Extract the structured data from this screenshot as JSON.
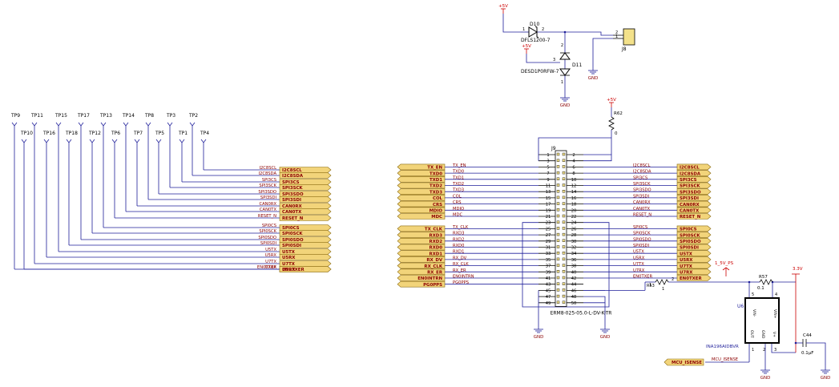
{
  "colors": {
    "wire": "#1f1f9a",
    "net": "#8b0000",
    "label_fill": "#f2d47a",
    "label_stroke": "#8a6a10",
    "power": "#cc0000",
    "component": "#000000",
    "connector_fill": "#f3e18a"
  },
  "test_points_top": [
    "TP9",
    "TP11",
    "TP15",
    "TP17",
    "TP13",
    "TP14",
    "TP8",
    "TP3",
    "TP2"
  ],
  "test_points_bottom": [
    "TP10",
    "TP16",
    "TP18",
    "TP12",
    "TP6",
    "TP7",
    "TP5",
    "TP1",
    "TP4"
  ],
  "left_nets": [
    {
      "wire": "I2C8SCL",
      "port": "I2C8SCL"
    },
    {
      "wire": "I2C8SDA",
      "port": "I2C8SDA"
    },
    {
      "wire": "SPI3CS",
      "port": "SPI3CS"
    },
    {
      "wire": "SPI3SCK",
      "port": "SPI3SCK"
    },
    {
      "wire": "SPI3SDO",
      "port": "SPI3SDO"
    },
    {
      "wire": "SPI3SDI",
      "port": "SPI3SDI"
    },
    {
      "wire": "CAN0RX",
      "port": "CAN0RX"
    },
    {
      "wire": "CAN0TX",
      "port": "CAN0TX"
    },
    {
      "wire": "RESET_N",
      "port": "RESET_N"
    },
    {
      "wire": "SPI0CS",
      "port": "SPI0CS"
    },
    {
      "wire": "SPI0SCK",
      "port": "SPI0SCK"
    },
    {
      "wire": "SPI0SDO",
      "port": "SPI0SDO"
    },
    {
      "wire": "SPI0SDI",
      "port": "SPI0SDI"
    },
    {
      "wire": "U5TX",
      "port": "U5TX"
    },
    {
      "wire": "U5RX",
      "port": "U5RX"
    },
    {
      "wire": "U7TX",
      "port": "U7TX"
    },
    {
      "wire": "U7RX",
      "port": "U7RX"
    },
    {
      "wire": "EN0TXER",
      "port": "EN0TXER"
    }
  ],
  "connector": {
    "ref": "J9",
    "part": "ERM8-025-05.0-L-DV-K-TR",
    "pins_left": [
      "1",
      "3",
      "5",
      "7",
      "9",
      "11",
      "13",
      "15",
      "17",
      "19",
      "21",
      "23",
      "25",
      "27",
      "29",
      "31",
      "33",
      "35",
      "37",
      "39",
      "41",
      "43",
      "45",
      "47",
      "49"
    ],
    "pins_right": [
      "2",
      "4",
      "6",
      "8",
      "10",
      "12",
      "14",
      "16",
      "18",
      "20",
      "22",
      "24",
      "26",
      "28",
      "30",
      "32",
      "34",
      "36",
      "38",
      "40",
      "42",
      "44",
      "46",
      "48",
      "50"
    ],
    "left_nets": [
      "",
      "",
      "TX_EN",
      "TXD0",
      "TXD1",
      "TXD2",
      "TXD3",
      "COL",
      "CRS",
      "MDIO",
      "MDC",
      "",
      "TX_CLK",
      "RXD3",
      "RXD2",
      "RXD0",
      "RXD1",
      "RX_DV",
      "RX_CLK",
      "RX_ER",
      "EN0INTRN",
      "PG0PPS",
      "",
      "",
      ""
    ],
    "left_ports": [
      "",
      "",
      "TX_EN",
      "TXD0",
      "TXD1",
      "TXD2",
      "TXD3",
      "COL",
      "CRS",
      "MDIO",
      "MDC",
      "",
      "TX_CLK",
      "RXD3",
      "RXD2",
      "RXD0",
      "RXD1",
      "RX_DV",
      "RX_CLK",
      "RX_ER",
      "EN0INTRN",
      "PG0PPS",
      "",
      "",
      ""
    ],
    "right_nets": [
      "",
      "",
      "I2C8SCL",
      "I2C8SDA",
      "SPI3CS",
      "SPI3SCK",
      "SPI3SDO",
      "SPI3SDI",
      "CAN0RX",
      "CAN0TX",
      "RESET_N",
      "",
      "SPI0CS",
      "SPI0SCK",
      "SPI0SDO",
      "SPI0SDI",
      "U5TX",
      "U5RX",
      "U7TX",
      "U7RX",
      "EN0TXER",
      "",
      "",
      "",
      ""
    ],
    "right_ports": [
      "",
      "",
      "I2C8SCL",
      "I2C8SDA",
      "SPI3CS",
      "SPI3SCK",
      "SPI3SDO",
      "SPI3SDI",
      "CAN0RX",
      "CAN0TX",
      "RESET_N",
      "",
      "SPI0CS",
      "SPI0SCK",
      "SPI0SDO",
      "SPI0SDI",
      "U5TX",
      "U5RX",
      "U7TX",
      "U7RX",
      "EN0TXER",
      "",
      "",
      "",
      ""
    ]
  },
  "power": {
    "plus5_d10": "+5V",
    "plus5_d11": "+5V",
    "plus5_r62": "+5V",
    "v15_ps": "1_5V_PS",
    "v33": "3.3V"
  },
  "parts": {
    "d10_ref": "D10",
    "d10_val": "DFLS1200-7",
    "d11_ref": "D11",
    "d11_val": "DESD1P0RFW-7",
    "d11_pin1": "1",
    "d11_pin2": "2",
    "d11_pin3": "3",
    "d10_pin1": "1",
    "d10_pin2": "2",
    "j8_ref": "J8",
    "j8_pin1": "1",
    "j8_pin2": "2",
    "r62_ref": "R62",
    "r62_val": "0",
    "r57_ref": "R57",
    "r57_val": "0.1",
    "r53_ref": "R53",
    "r53_val": "1",
    "r53_pin1": "1",
    "r53_pin2": "2",
    "u6_ref": "U6",
    "u6_val": "INA196AIDBVR",
    "u6_pin_vinm": "VIN-",
    "u6_pin_vinp": "VIN+",
    "u6_pin_out": "OUT",
    "u6_pin_gnd": "GND",
    "u6_pin_vp": "V+",
    "u6_num_vinm": "5",
    "u6_num_vinp": "4",
    "u6_num_out": "1",
    "u6_num_gnd": "2",
    "u6_num_vp": "3",
    "c44_ref": "C44",
    "c44_val": "0.1µF",
    "mcu_label": "MCU_ISENSE",
    "gnd": "GND"
  }
}
